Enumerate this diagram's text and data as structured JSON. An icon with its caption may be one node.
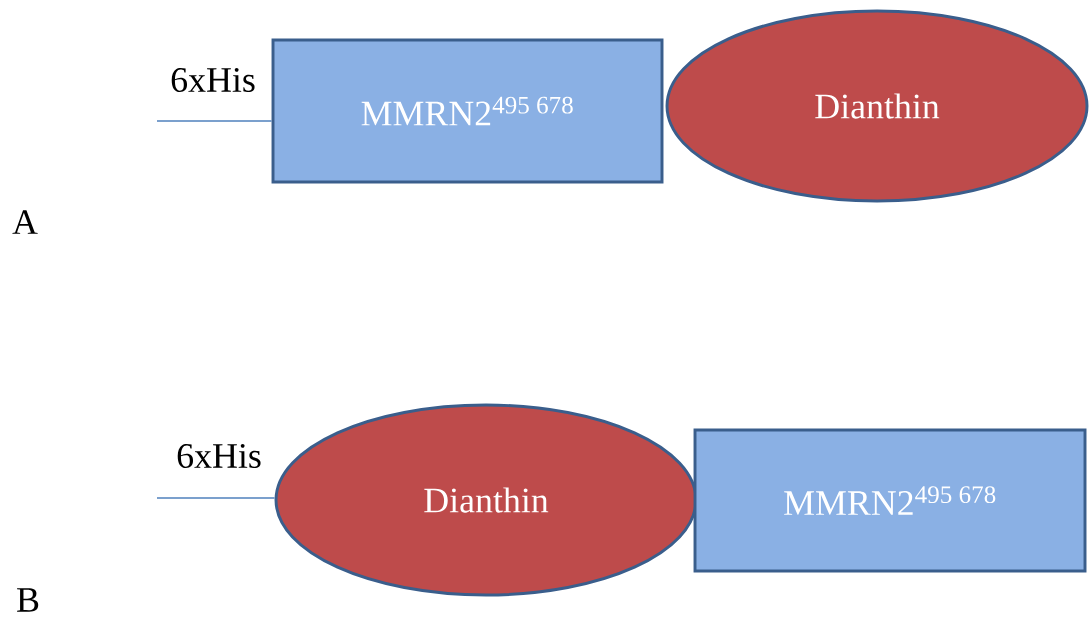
{
  "diagram": {
    "nodes": [
      {
        "text": [
          "MMRN2$^{495 678}$"
        ]
      },
      {
        "text": [
          "Dianthin"
        ]
      },
      {
        "text": [
          "Dianthin"
        ]
      },
      {
        "text": [
          "MMRN2$^{495 678}$"
        ]
      }
    ],
    "edges": [
      {
        "from": null,
        "to": 0,
        "arrow": "none",
        "label": "6xHis"
      },
      {
        "from": null,
        "to": 2,
        "arrow": "none",
        "label": "6xHis"
      }
    ],
    "labels": [
      "A",
      "B"
    ]
  }
}
